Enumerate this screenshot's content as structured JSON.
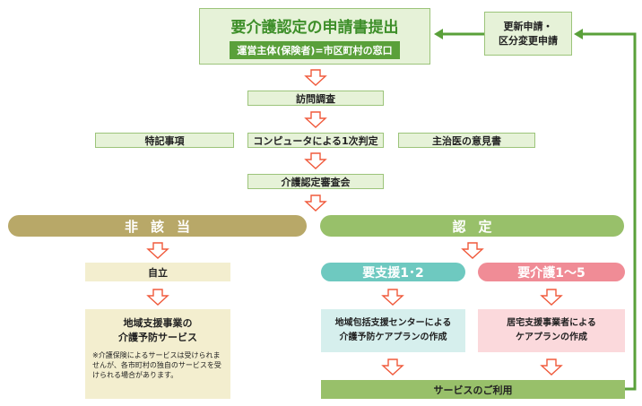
{
  "colors": {
    "green_dark": "#5aa03a",
    "green_light": "#e6f2d8",
    "olive": "#b8a868",
    "olive_light": "#f3eecf",
    "lime": "#98c06a",
    "teal": "#6ec9c0",
    "pink": "#f08c96",
    "teal_light": "#d6efed",
    "pink_light": "#fbd9dc",
    "arrow": "#f05a3c"
  },
  "application": {
    "title": "要介護認定の申請書提出",
    "subtitle": "運営主体(保険者)=市区町村の窓口"
  },
  "renewal": {
    "line1": "更新申請・",
    "line2": "区分変更申請"
  },
  "survey": "訪問調査",
  "special_notes": "特記事項",
  "computer": "コンピュータによる1次判定",
  "doctor": "主治医の意見書",
  "committee": "介護認定審査会",
  "hi_gaitou": "非該当",
  "nintei": "認定",
  "jiritsu": "自立",
  "youshien": "要支援1･2",
  "youkaigo": "要介護1～5",
  "chiiki": {
    "line1": "地域支援事業の",
    "line2": "介護予防サービス",
    "note": "※介護保険によるサービスは受けられませんが、各市町村の独自のサービスを受けられる場合があります。"
  },
  "houkatsu": {
    "line1": "地域包括支援センターによる",
    "line2": "介護予防ケアプランの作成"
  },
  "kyotaku": {
    "line1": "居宅支援事業者による",
    "line2": "ケアプランの作成"
  },
  "service": "サービスのご利用"
}
